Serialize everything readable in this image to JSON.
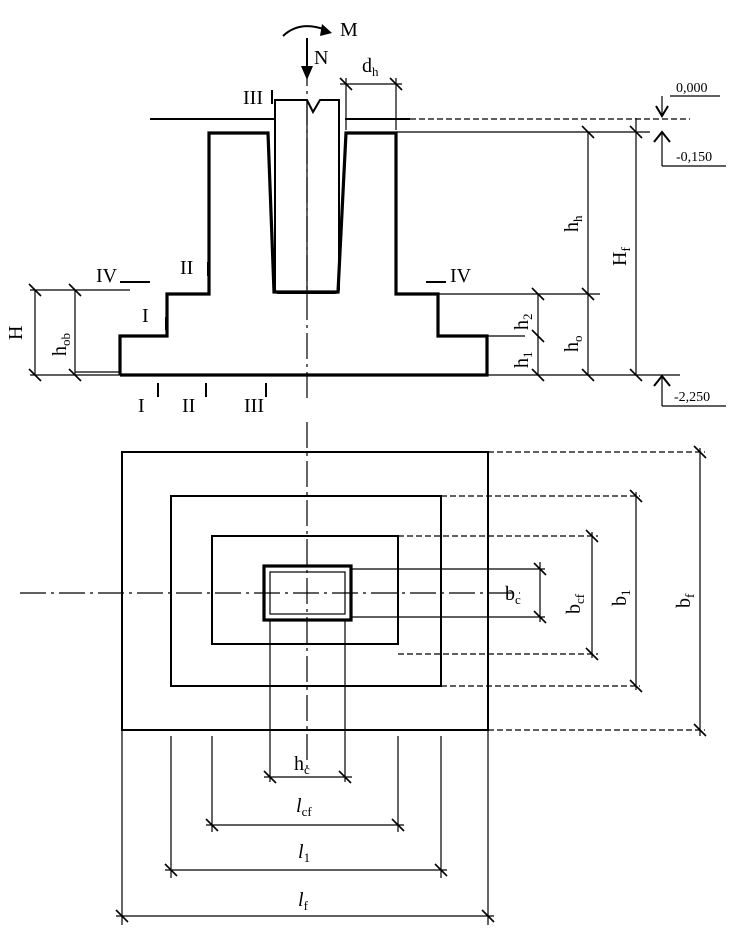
{
  "loads": {
    "moment": "M",
    "axial": "N"
  },
  "elevations": {
    "ground": "0,000",
    "top": "-0,150",
    "bottom": "-2,250"
  },
  "sections": [
    "I",
    "II",
    "III",
    "IV"
  ],
  "dims": {
    "H": "H",
    "h_ob": {
      "main": "h",
      "sub": "ob"
    },
    "h_h": {
      "main": "h",
      "sub": "h"
    },
    "H_f": {
      "main": "H",
      "sub": "f"
    },
    "h_2": {
      "main": "h",
      "sub": "2"
    },
    "h_1": {
      "main": "h",
      "sub": "1"
    },
    "h_o": {
      "main": "h",
      "sub": "o"
    },
    "d_h": {
      "main": "d",
      "sub": "h"
    },
    "b_c": {
      "main": "b",
      "sub": "c"
    },
    "b_cf": {
      "main": "b",
      "sub": "cf"
    },
    "b_1": {
      "main": "b",
      "sub": "1"
    },
    "b_f": {
      "main": "b",
      "sub": "f"
    },
    "h_c": {
      "main": "h",
      "sub": "c"
    },
    "l_cf": {
      "main": "l",
      "sub": "cf"
    },
    "l_1": {
      "main": "l",
      "sub": "1"
    },
    "l_f": {
      "main": "l",
      "sub": "f"
    }
  }
}
